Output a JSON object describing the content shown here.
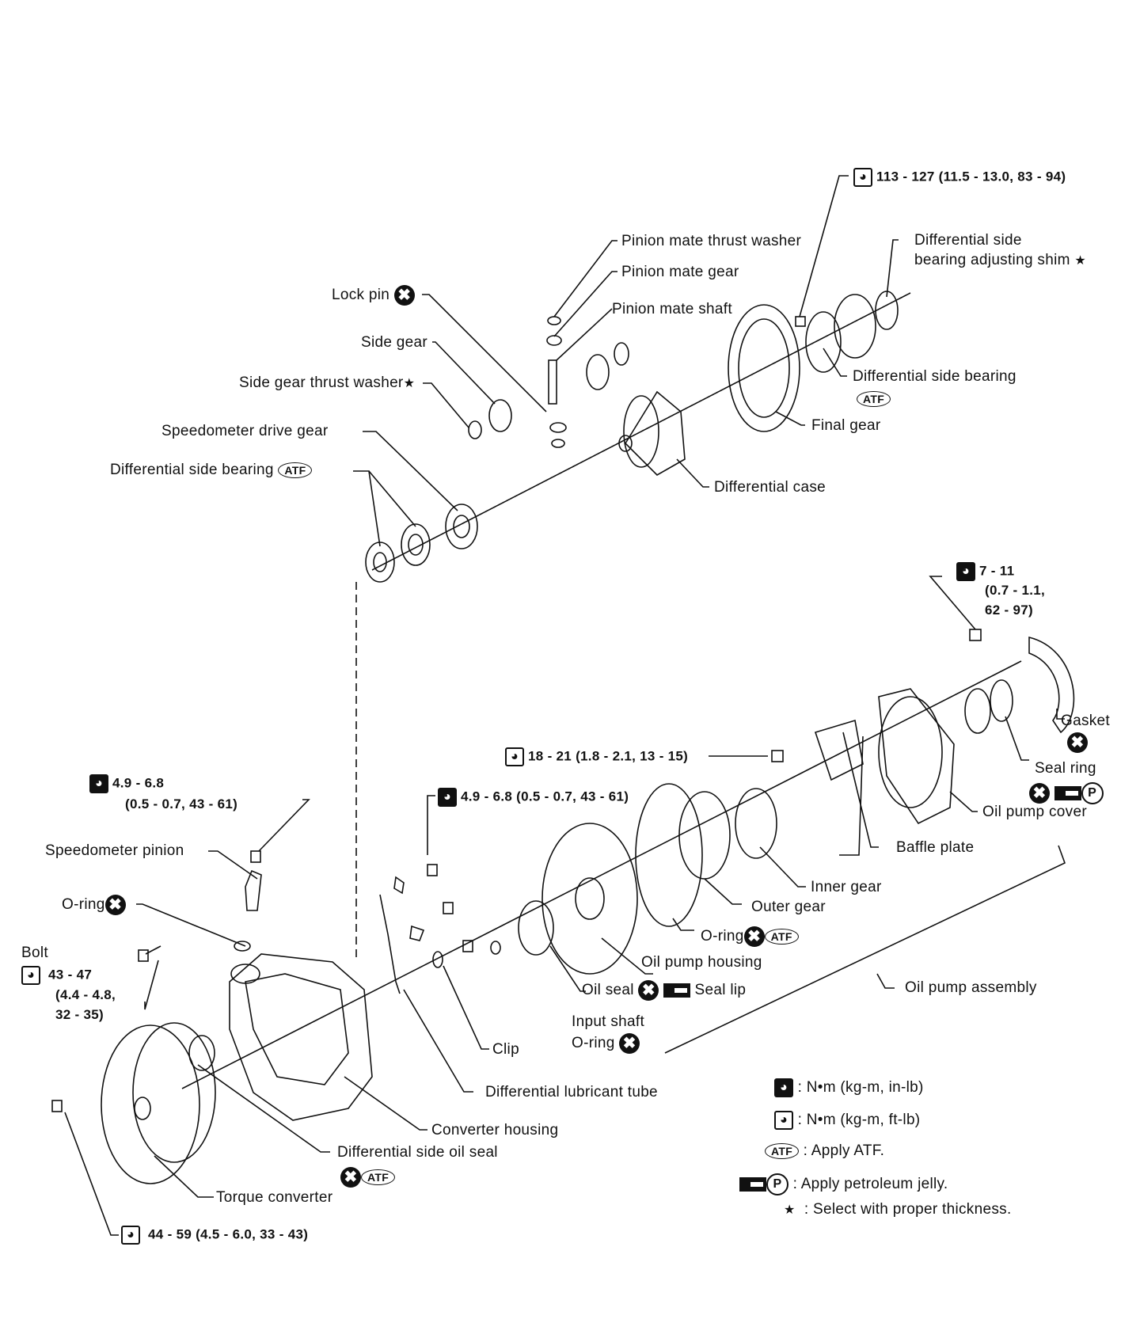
{
  "labels": {
    "diff_bearing_torque": "113 - 127 (11.5 - 13.0, 83 - 94)",
    "pinion_thrust": "Pinion mate thrust washer",
    "pinion_gear": "Pinion mate gear",
    "pinion_shaft": "Pinion mate shaft",
    "diff_shim_1": "Differential side",
    "diff_shim_2": "bearing adjusting shim",
    "lock_pin": "Lock pin",
    "side_gear": "Side gear",
    "side_gear_washer": "Side gear thrust washer",
    "diff_side_bearing_top": "Differential side bearing",
    "final_gear": "Final gear",
    "speedo_drive": "Speedometer drive gear",
    "diff_side_bearing_left": "Differential side bearing",
    "diff_case": "Differential case",
    "pump_bolt_1": "7 - 11",
    "pump_bolt_2": "(0.7 - 1.1,",
    "pump_bolt_3": "62 - 97)",
    "gasket": "Gasket",
    "baffle_torque": "18 - 21 (1.8 - 2.1, 13 - 15)",
    "seal_ring": "Seal ring",
    "oil_pump_cover": "Oil pump cover",
    "speedo_torque_1": "4.9  -  6.8",
    "speedo_torque_2": "(0.5  -  0.7,  43  -  61)",
    "bracket_torque": "4.9 - 6.8 (0.5 - 0.7, 43 - 61)",
    "baffle_plate": "Baffle plate",
    "speedo_pinion": "Speedometer pinion",
    "inner_gear": "Inner gear",
    "o_ring_left": "O-ring",
    "outer_gear": "Outer gear",
    "o_ring_pump": "O-ring",
    "bolt": "Bolt",
    "bolt_torque_1": "43  -  47",
    "bolt_torque_2": "(4.4  -  4.8,",
    "bolt_torque_3": "32  -  35)",
    "oil_pump_housing": "Oil pump housing",
    "oil_pump_assembly": "Oil pump assembly",
    "oil_seal": "Oil  seal",
    "seal_lip": "Seal lip",
    "input_shaft": "Input  shaft",
    "input_oring": "O-ring",
    "clip": "Clip",
    "diff_lube_tube": "Differential  lubricant  tube",
    "converter_housing": "Converter  housing",
    "diff_oil_seal": "Differential  side  oil  seal",
    "torque_converter": "Torque  converter",
    "converter_torque": "44  -  59  (4.5  -  6.0,  33  -  43)"
  },
  "legend": {
    "nm_inlb": ":  N•m  (kg-m,  in-lb)",
    "nm_ftlb": ":  N•m  (kg-m,  ft-lb)",
    "atf": ":  Apply  ATF.",
    "pj": ":  Apply  petroleum  jelly.",
    "star": ":  Select  with  proper  thickness."
  },
  "symbols": {
    "atf": "ATF",
    "x": "✖",
    "p": "P",
    "star": "★"
  }
}
